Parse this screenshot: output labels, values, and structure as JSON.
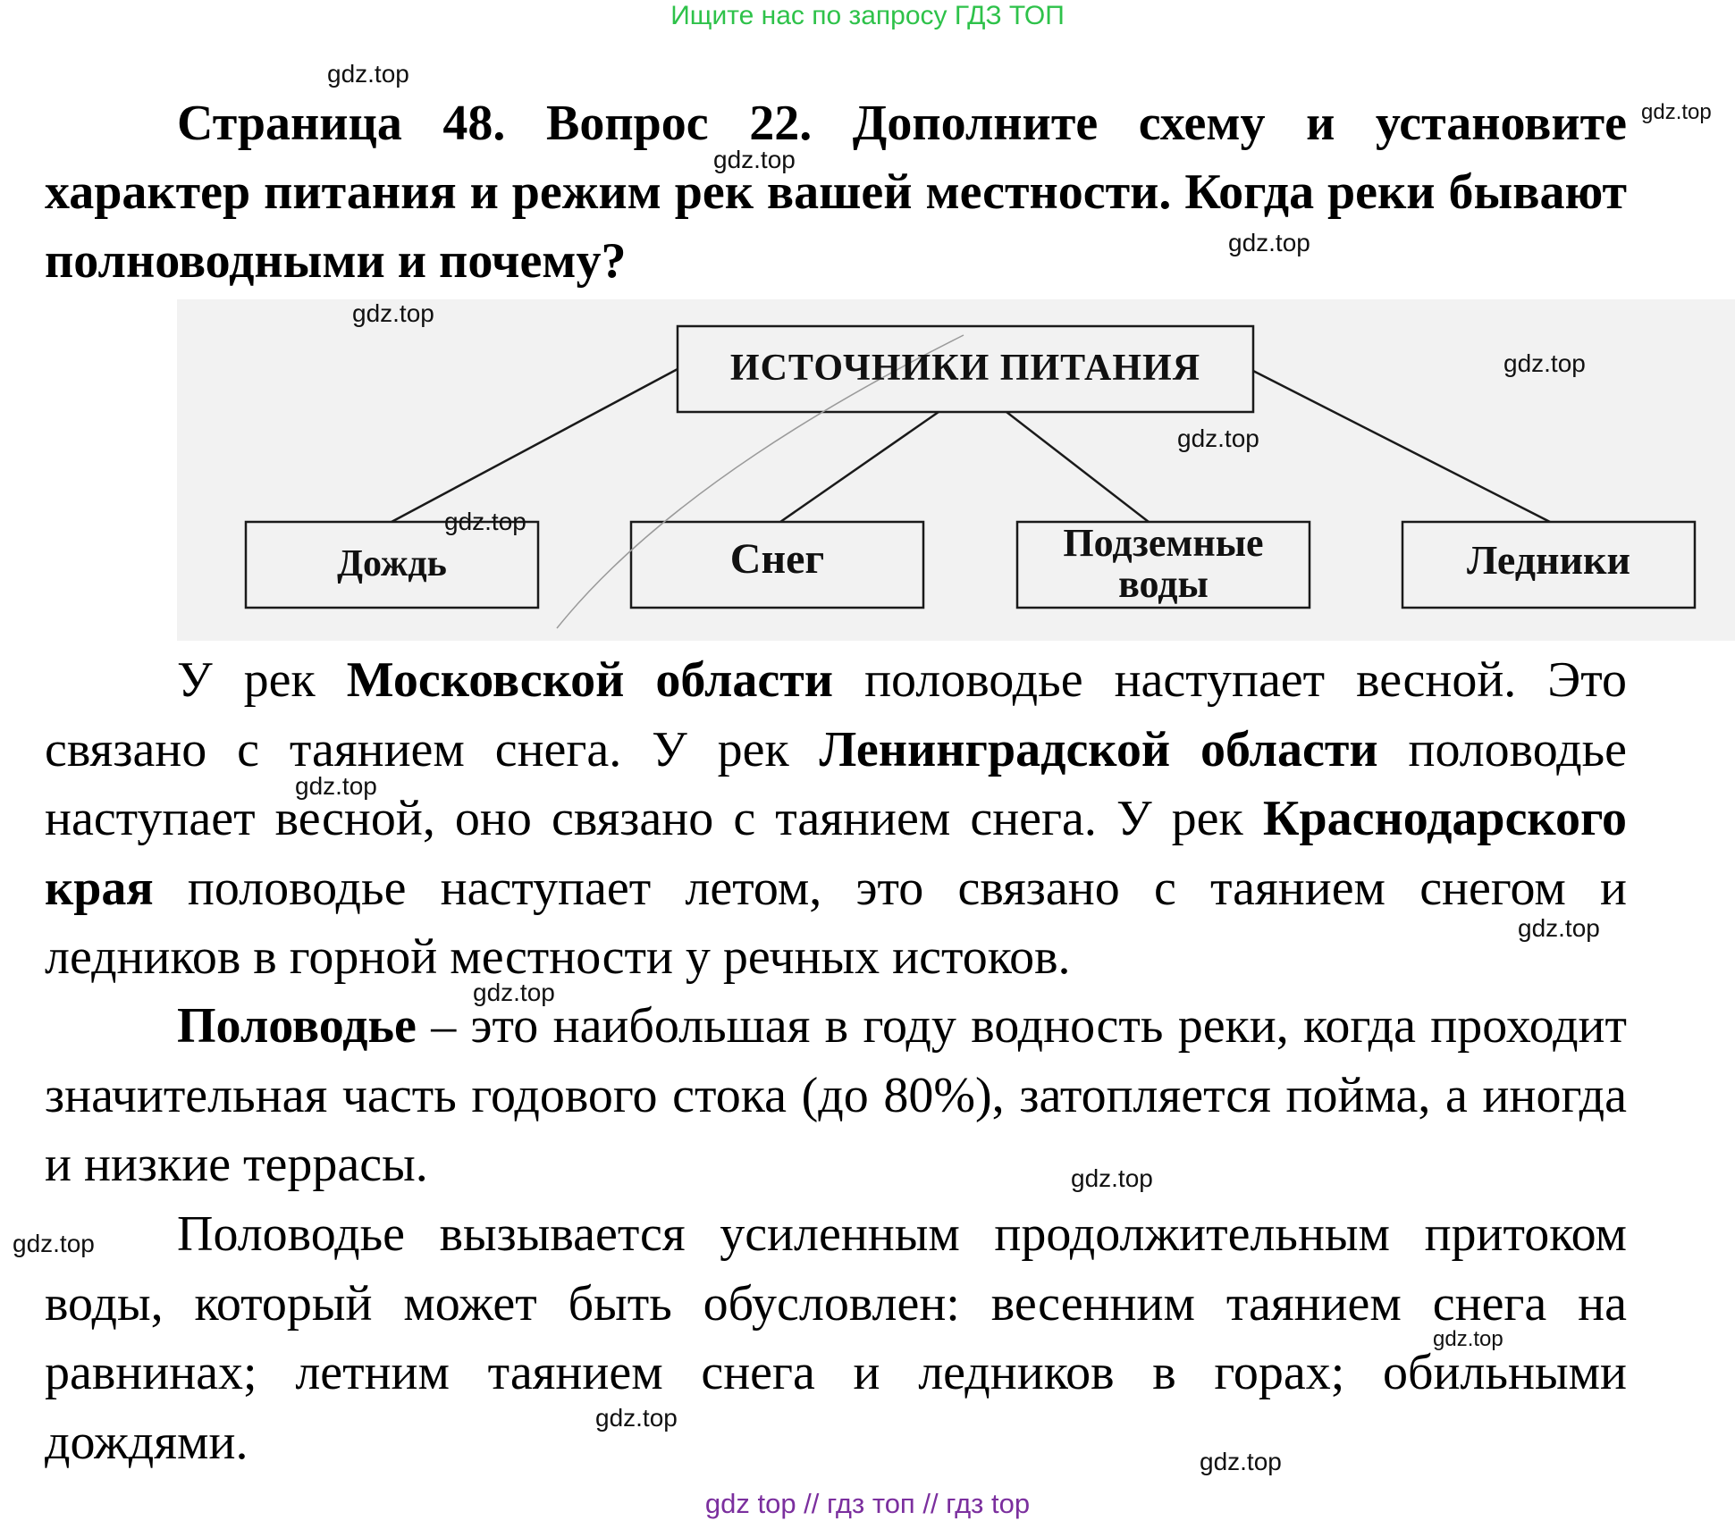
{
  "banner": "Ищите нас по запросу ГДЗ ТОП",
  "heading": "Страница 48. Вопрос 22. Дополните схему и установите характер питания и режим рек вашей местности. Когда реки бывают полноводными и почему?",
  "scheme": {
    "root": "ИСТОЧНИКИ ПИТАНИЯ",
    "boxes": [
      "Дождь",
      "Снег",
      "Подземные воды",
      "Ледники"
    ]
  },
  "paragraphs": [
    {
      "parts": [
        {
          "text": "У рек ",
          "bold": false
        },
        {
          "text": "Московской области",
          "bold": true
        },
        {
          "text": " половодье наступает весной. Это связано с таянием снега. У рек ",
          "bold": false
        },
        {
          "text": "Ленинградской области",
          "bold": true
        },
        {
          "text": " половодье наступает весной, оно связано с таянием снега. У рек ",
          "bold": false
        },
        {
          "text": "Краснодарского края",
          "bold": true
        },
        {
          "text": " половодье наступает летом, это связано с таянием снегом и ледников в горной местности у речных истоков.",
          "bold": false
        }
      ]
    },
    {
      "parts": [
        {
          "text": "Половодье",
          "bold": true
        },
        {
          "text": " – это наибольшая в году водность реки, когда проходит значительная часть годового стока (до 80%), затопляется пойма, а иногда и низкие террасы.",
          "bold": false
        }
      ]
    },
    {
      "parts": [
        {
          "text": "Половодье вызывается усиленным продолжительным притоком воды, который может быть обусловлен: весенним таянием снега на равнинах; летним таянием снега и ледников в горах; обильными дождями.",
          "bold": false
        }
      ]
    }
  ],
  "watermark": "gdz.top",
  "footer": "gdz top  //  гдз топ  //  гдз top"
}
